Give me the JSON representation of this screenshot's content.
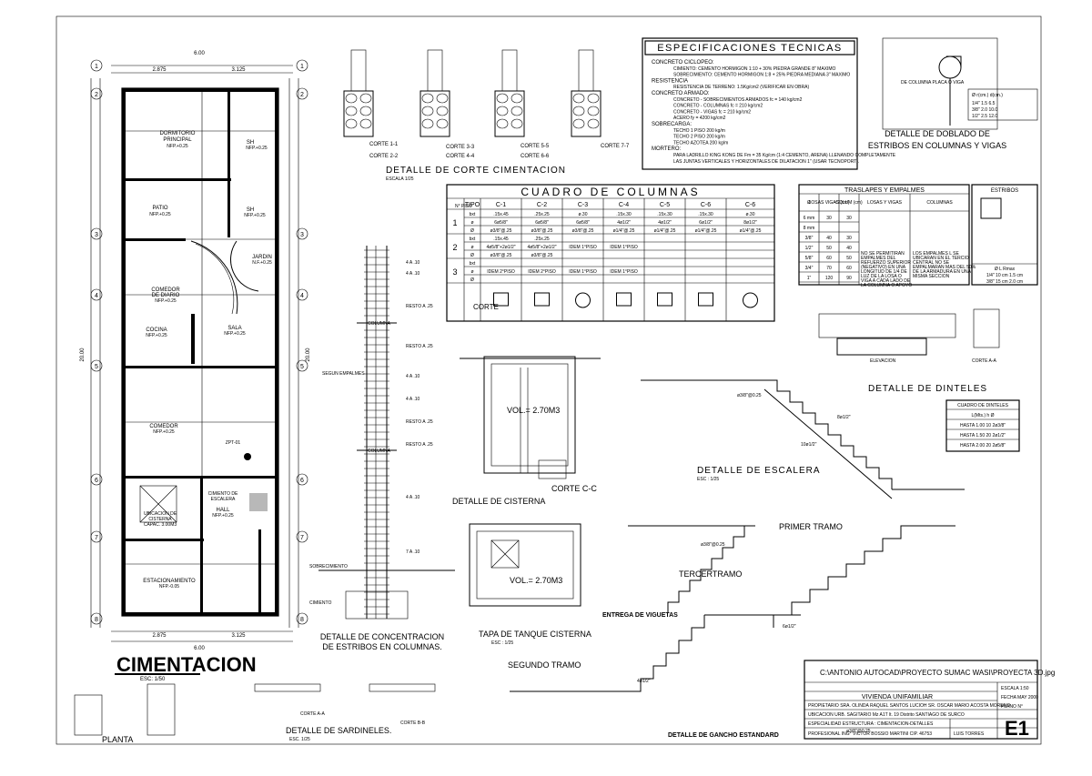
{
  "plan": {
    "title": "CIMENTACION",
    "scale": "ESC: 1/50",
    "zpt": "ZPT-01",
    "dims": {
      "top_total": "6.00",
      "top_1": "2.875",
      "top_2": "3.125",
      "bottom_1": "2.875",
      "bottom_2": "3.125",
      "bottom_total": "6.00",
      "left_total": "20.00",
      "right_total": "20.00"
    },
    "axes": [
      "1",
      "2",
      "3",
      "4",
      "5",
      "6",
      "7",
      "8"
    ],
    "rooms": [
      {
        "name": "DORMITORIO",
        "name2": "PRINCIPAL",
        "nfp": "NFP.+0.25"
      },
      {
        "name": "SH",
        "nfp": "NFP.+0.25"
      },
      {
        "name": "PATIO",
        "nfp": "NFP.+0.25"
      },
      {
        "name": "SH",
        "nfp": "NFP.+0.25"
      },
      {
        "name": "JARDIN",
        "nfp": "N.F.+0.25"
      },
      {
        "name": "COMEDOR",
        "name2": "DE DIARIO",
        "nfp": "NFP.+0.25"
      },
      {
        "name": "COCINA",
        "nfp": "NFP.+0.25"
      },
      {
        "name": "SALA",
        "nfp": "NFP.+0.25"
      },
      {
        "name": "COMEDOR",
        "nfp": "NFP.+0.25"
      },
      {
        "name": "CIMIENTO DE",
        "name2": "ESCALERA"
      },
      {
        "name": "HALL",
        "nfp": "NFP.+0.25"
      },
      {
        "name": "UBICACION DE",
        "name2": "CISTERNA",
        "cap": "CAPAC. 3.00M3"
      },
      {
        "name": "ESTACIONAMIENTO",
        "nfp": "NFP.-0.05"
      }
    ]
  },
  "sections": {
    "title": "DETALLE   DE   CORTE   CIMENTACION",
    "scale": "ESCALA 1/25",
    "cuts": [
      "CORTE 1-1",
      "CORTE 2-2",
      "CORTE 3-3",
      "CORTE 4-4",
      "CORTE 5-5",
      "CORTE 6-6",
      "CORTE 7-7"
    ]
  },
  "specs": {
    "title": "ESPECIFICACIONES TECNICAS",
    "lines": [
      {
        "t": "CONCRETO CICLOPEO:",
        "b": true
      },
      {
        "t": "CIMIENTO:   CEMENTO HORMIGON  1:10 + 30% PIEDRA GRANDE 8\" MAXIMO",
        "b": false
      },
      {
        "t": "SOBRECIMIENTO:  CEMENTO HORMIGON  1:8 + 25% PIEDRA MEDIANA 3\" MAXIMO",
        "b": false
      },
      {
        "t": "RESISTENCIA",
        "b": true
      },
      {
        "t": "RESISTENCIA DE TERRENO: 1.5Kg/cm2 (VERIFICAR EN OBRA)",
        "b": false
      },
      {
        "t": "CONCRETO ARMADO:",
        "b": true
      },
      {
        "t": "CONCRETO - SOBRECIMIENTOS ARMADOS   fc = 140 kg/cm2",
        "b": false
      },
      {
        "t": "CONCRETO - COLUMNAS   fc = 210 kg/cm2",
        "b": false
      },
      {
        "t": "CONCRETO - VIGAS   fc = 210 kg/cm2",
        "b": false
      },
      {
        "t": "ACERO   fy = 4200 kg/cm2",
        "b": false
      },
      {
        "t": "SOBRECARGA:",
        "b": true
      },
      {
        "t": "TECHO 1 PISO  200 kg/m",
        "b": false
      },
      {
        "t": "TECHO 2 PISO  200 kg/m",
        "b": false
      },
      {
        "t": "TECHO AZOTEA  200 kg/m",
        "b": false
      },
      {
        "t": "MORTERO:",
        "b": true
      },
      {
        "t": "PARA LADRILLO KING KONG DE Fm = 35 Kg/cm (1:4 CEMENTO, ARENA) LLENANDO COMPLETAMENTE",
        "b": false
      },
      {
        "t": "LAS JUNTAS VERTICALES Y HORIZONTALES DE DILATACION 1\" (USAR TECNOPORT).",
        "b": false
      }
    ]
  },
  "stirrup": {
    "label": "DE COLUMNA PLACA O VIGA",
    "header": "Ø   r(cm.)   d(cm.)",
    "rows": [
      "1/4\"   1.5   6.5",
      "3/8\"   2.0   10.0",
      "1/2\"   2.5   12.0"
    ],
    "title1": "DETALLE DE DOBLADO DE",
    "title2": "ESTRIBOS EN COLUMNAS Y VIGAS"
  },
  "columns": {
    "title": "CUADRO     DE     COLUMNAS",
    "headers": [
      "TIPO",
      "C-1",
      "C-2",
      "C-3",
      "C-4",
      "C-5",
      "C-6",
      "C-6"
    ],
    "piso_label": "N° PISO",
    "rows": [
      {
        "piso": "1",
        "bxt": [
          "bxt",
          ".15x.45",
          ".25x.25",
          "ø.30",
          ".15x.30",
          ".15x.30",
          ".15x.30",
          "ø.30"
        ],
        "as": [
          "ø",
          "6ø5/8\"",
          "6ø5/8\"",
          "6ø5/8\"",
          "4ø1/2\"",
          "4ø1/2\"",
          "6ø1/2\"",
          "8ø1/2\""
        ],
        "est": [
          "Ø",
          "ø3/8\"@.25",
          "ø3/8\"@.25",
          "ø3/8\"@.25",
          "ø1/4\"@.25",
          "ø1/4\"@.25",
          "ø1/4\"@.25",
          "ø1/4\"@.25"
        ]
      },
      {
        "piso": "2",
        "bxt": [
          "bxt",
          ".15x.45",
          ".25x.25",
          "",
          "",
          "",
          "",
          ""
        ],
        "as": [
          "ø",
          "4ø5/8\"+2ø1/2\"",
          "4ø5/8\"+2ø1/2\"",
          "IDEM 1°PISO",
          "IDEM 1°PISO",
          "",
          "",
          ""
        ],
        "est": [
          "Ø",
          "ø3/8\"@.25",
          "ø3/8\"@.25",
          "",
          "",
          "",
          "",
          ""
        ]
      },
      {
        "piso": "3",
        "bxt": [
          "bxt",
          "",
          "",
          "",
          "",
          "",
          "",
          ""
        ],
        "as": [
          "ø",
          "IDEM 2°PISO",
          "IDEM 2°PISO",
          "IDEM 1°PISO",
          "IDEM 1°PISO",
          "",
          "",
          ""
        ],
        "est": [
          "Ø",
          "",
          "",
          "",
          "",
          "",
          "",
          ""
        ]
      }
    ],
    "corte_label": "CORTE"
  },
  "laps": {
    "title": "TRASLAPES Y EMPALMES",
    "headers": [
      "Ø",
      "LOSAS VIGAS (cm)",
      "COLUM (cm)",
      "LOSAS Y VIGAS",
      "COLUMNAS"
    ],
    "rows": [
      [
        "6 mm",
        "30",
        "30"
      ],
      [
        "8 mm",
        "",
        ""
      ],
      [
        "3/8\"",
        "40",
        "30"
      ],
      [
        "1/2\"",
        "50",
        "40"
      ],
      [
        "5/8\"",
        "60",
        "50"
      ],
      [
        "3/4\"",
        "70",
        "60"
      ],
      [
        "1\"",
        "120",
        "90"
      ]
    ],
    "note1": "NO SE PERMITIRAN EMPALMES DEL REFUERZO SUPERIOR (NEGATIVO) EN UNA LONGITUD DE 1/4 DE LUZ DE LA LOSA O VIGA A CADA LADO DE LA COLUMNA O APOYO",
    "note2": "LOS EMPALMES L SE UBICARAN EN EL TERCIO CENTRAL NO SE EMPALMARAN MAS DEL 50% DE LA ARMADURA EN UNA MISMA SECCION"
  },
  "stirrups": {
    "title": "ESTRIBOS",
    "header": "Ø   L   Rmax",
    "rows": [
      "1/4\"  10 cm  1.5 cm",
      "3/8\"  15 cm  2.0 cm"
    ]
  },
  "elevation": {
    "segun": "SEGUN EMPALMES",
    "columna": "COLUMNA",
    "sobrecimiento": "SOBRECIMIENTO",
    "cimiento": "CIMIENTO",
    "title1": "DETALLE  DE  CONCENTRACION",
    "title2": "DE  ESTRIBOS  EN  COLUMNAS.",
    "spacings": [
      "4 A .10",
      "4 A .10",
      "RESTO A .25",
      "RESTO A .25",
      "4 A .10",
      "4 A .10",
      "RESTO A .25",
      "RESTO A .25",
      "4 A .10",
      "7 A .10"
    ]
  },
  "cistern": {
    "vol": "VOL.= 2.70M3",
    "title": "DETALLE DE CISTERNA",
    "corte": "CORTE C-C",
    "lid_title": "TAPA  DE  TANQUE CISTERNA",
    "lid_scale": "ESC : 1/25"
  },
  "stairs": {
    "title": "DETALLE    DE    ESCALERA",
    "scale": "ESC : 1/25",
    "primer": "PRIMER TRAMO",
    "tercer": "TERCERTRAMO",
    "segundo": "SEGUNDO TRAMO",
    "viguetas": "ENTREGA DE VIGUETAS",
    "gancho": "DETALLE DE GANCHO ESTANDARD",
    "labels": [
      "ø3/8\"@0.25",
      "8ø1/2\"",
      "10ø1/2\"",
      "ø3/8\"@0.25",
      "4ø1/2\"",
      "ø3/8\"@0.25",
      "6ø1/2\""
    ]
  },
  "lintel": {
    "elevacion": "ELEVACION",
    "corte": "CORTE A-A",
    "title": "DETALLE  DE  DINTELES",
    "table_title": "CUADRO DE DINTELES",
    "rows": [
      "L(Mts.)   h   Ø",
      "HASTA 1.00   10   2ø3/8\"",
      "HASTA 1.50   20   2ø1/2\"",
      "HASTA 2.00   20   2ø5/8\""
    ]
  },
  "curbs": {
    "planta": "PLANTA",
    "title": "DETALLE  DE  SARDINELES.",
    "scale": "ESC. 1/25",
    "corte_a": "CORTE A-A",
    "corte_b": "CORTE B-B"
  },
  "titleblock": {
    "path": "C:\\ANTONIO AUTOCAD\\PROYECTO SUMAC WASI\\PROYECTA 3D.jpg",
    "project": "VIVIENDA UNIFAMILIAR",
    "owner": "PROPIETARIO  SRA. OLINDA RAQUEL SANTOS LUCIOH SR. OSCAR MARIO ACOSTA MORENO",
    "location": "UBICACION  URB. SAGITARIO Mz A1T lt. 19 Distrito SANTIAGO DE SURCO",
    "specialty": "ESPECIALIDAD  ESTRUCTURA : CIMENTACION-DETALLES",
    "professional": "PROFESIONAL  ING° VICTOR BOSSIO MARTINI   CIP. 46753",
    "drafter": "LUIS TORRES",
    "scale": "ESCALA  1:50",
    "date": "FECHA  MAY 2000",
    "plan": "PLANO N°",
    "sheet": "E1"
  }
}
